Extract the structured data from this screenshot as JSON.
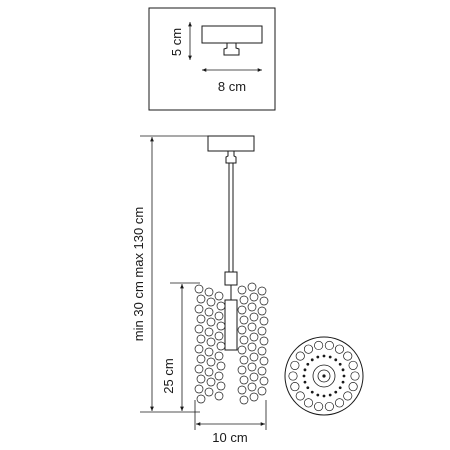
{
  "inset": {
    "height_label": "5 cm",
    "width_label": "8 cm"
  },
  "main": {
    "total_height_label": "min 30 cm max 130 cm",
    "shade_height_label": "25 cm",
    "width_label": "10 cm"
  },
  "colors": {
    "line": "#1a1a1a",
    "background": "#ffffff"
  }
}
